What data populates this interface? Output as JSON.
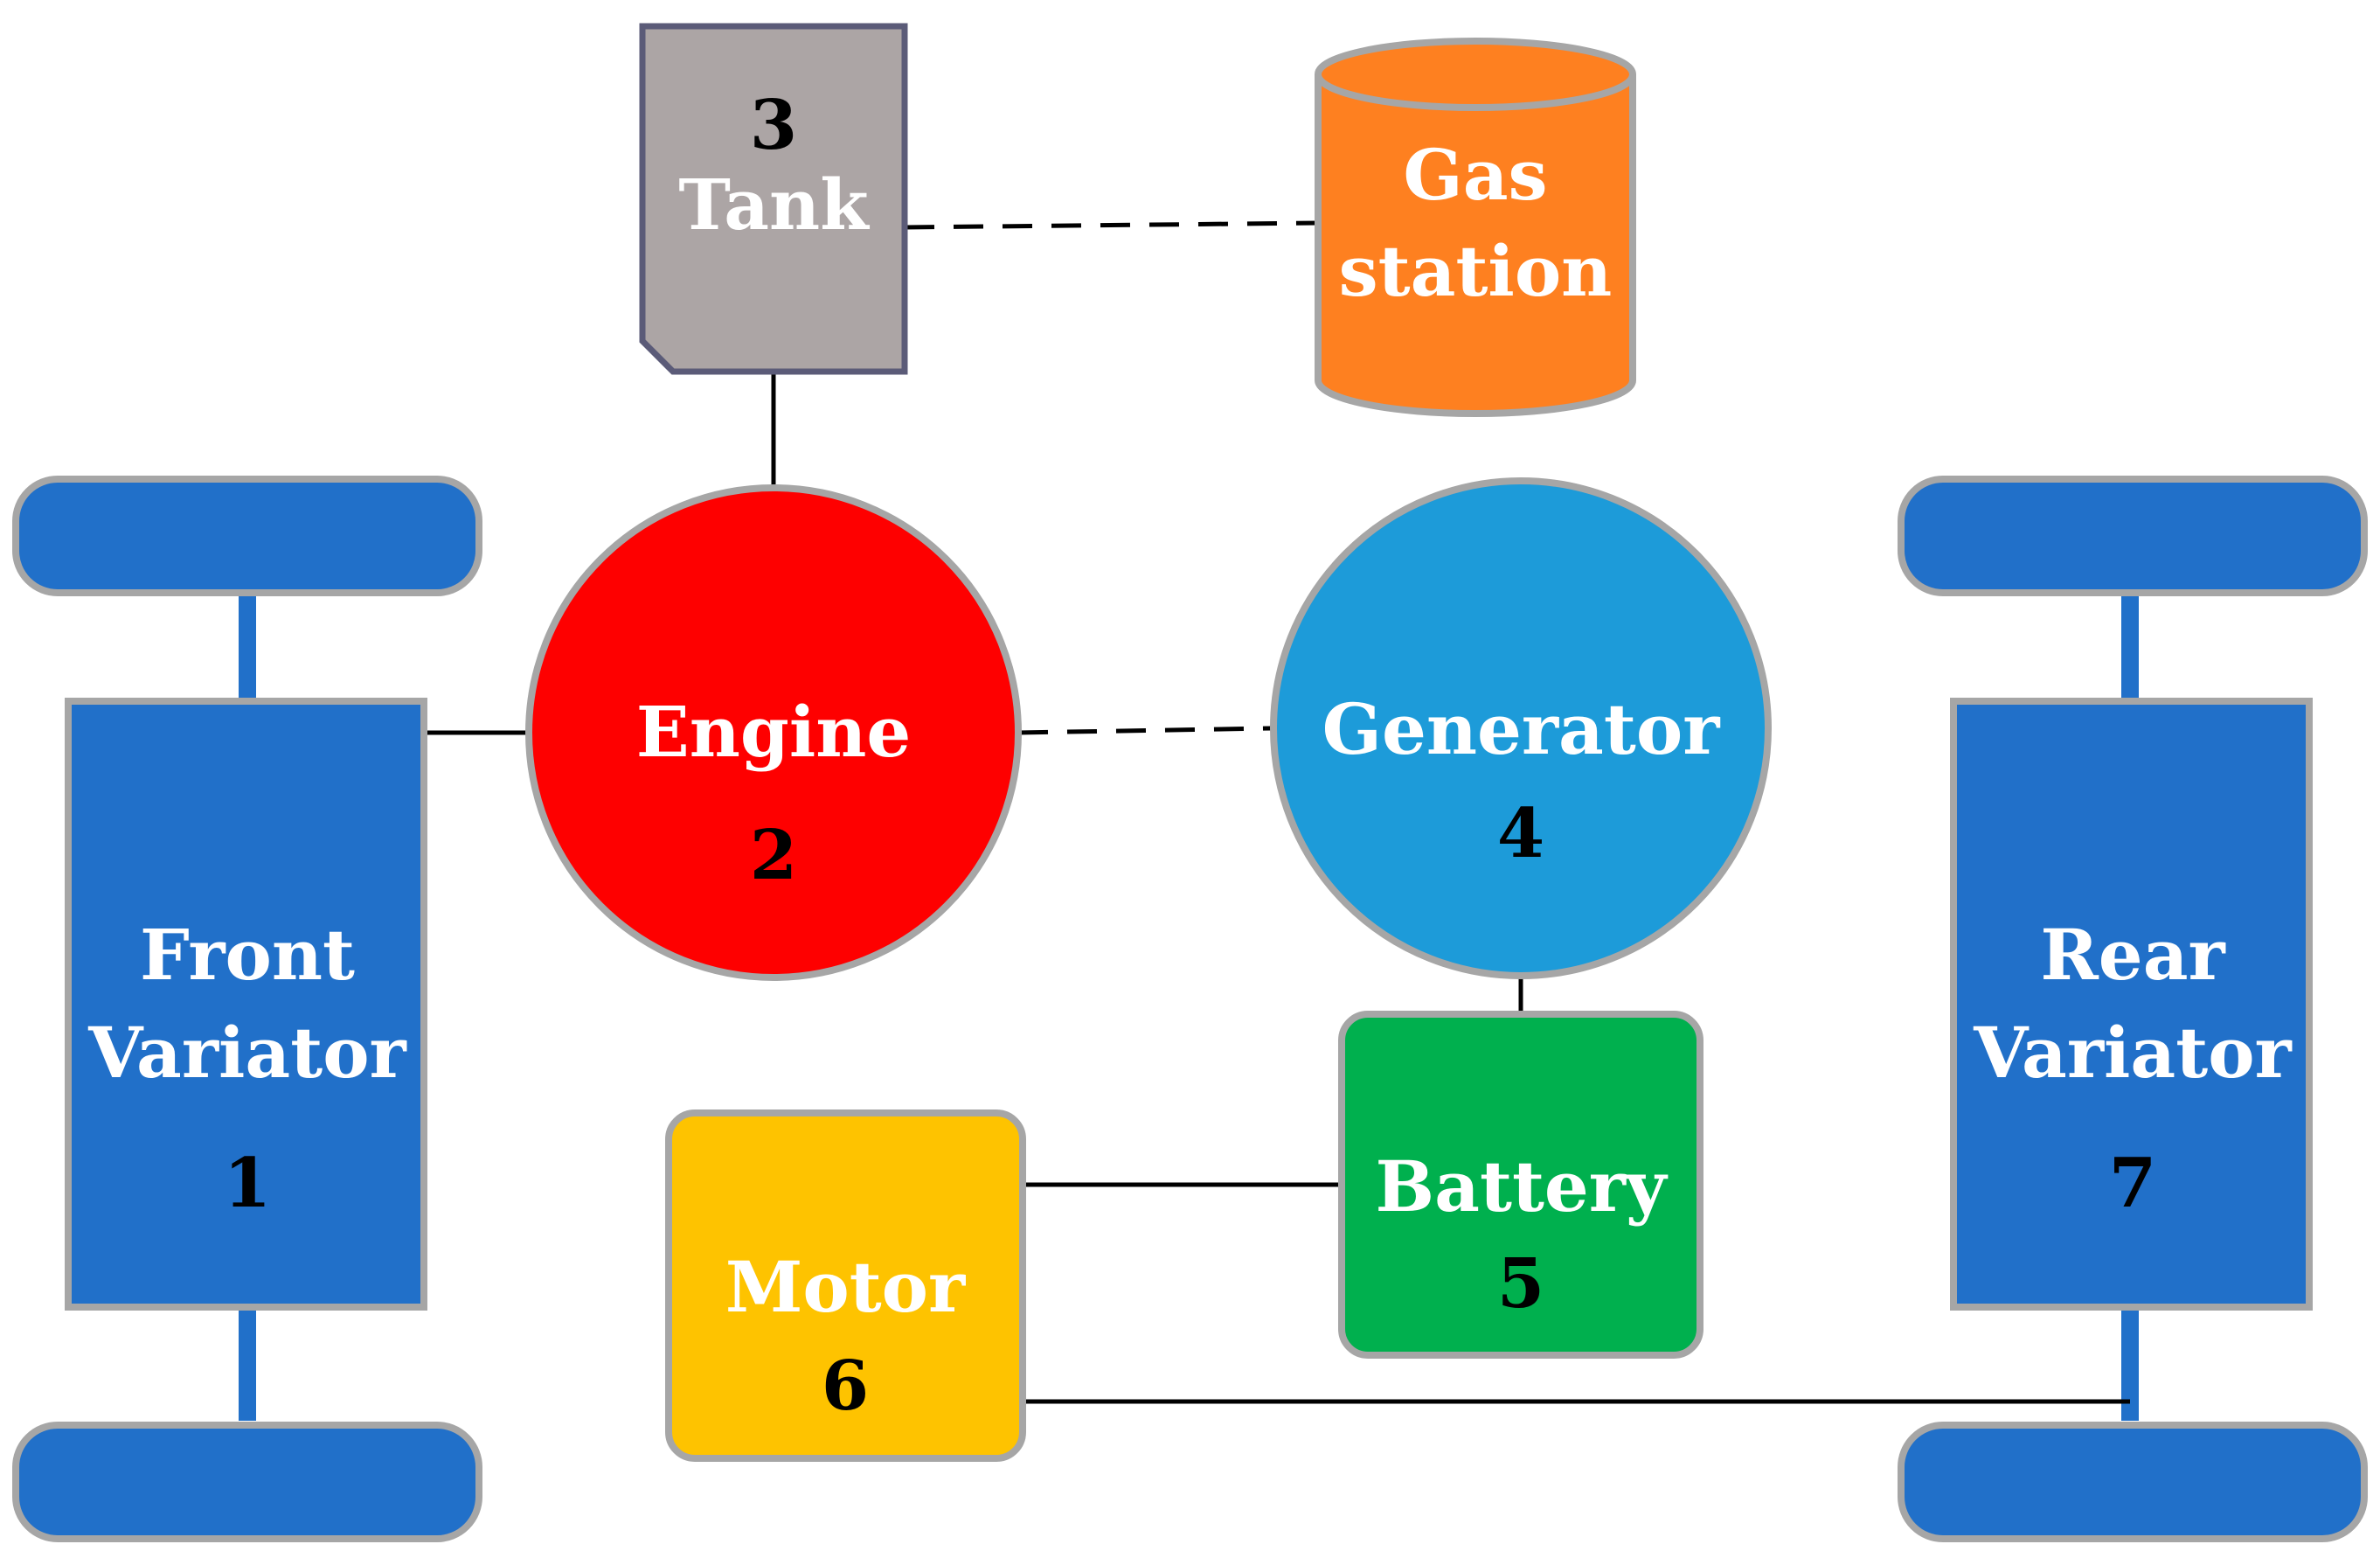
{
  "components": {
    "front_variator": {
      "label_line1": "Front",
      "label_line2": "Variator",
      "number": "1",
      "color": "#2170c9"
    },
    "engine": {
      "label": "Engine",
      "number": "2",
      "color": "#fe0000"
    },
    "tank": {
      "number": "3",
      "label": "Tank",
      "color": "#aca5a5"
    },
    "gas_station": {
      "label_line1": "Gas",
      "label_line2": "station",
      "color": "#fe8020"
    },
    "generator": {
      "label": "Generator",
      "number": "4",
      "color": "#1d9bd9"
    },
    "battery": {
      "label": "Battery",
      "number": "5",
      "color": "#00b04e"
    },
    "motor": {
      "label": "Motor",
      "number": "6",
      "color": "#fec300"
    },
    "rear_variator": {
      "label_line1": "Rear",
      "label_line2": "Variator",
      "number": "7",
      "color": "#2170c9"
    }
  },
  "wheel_color": "#2170c9",
  "outline_color": "#a6a6a6"
}
